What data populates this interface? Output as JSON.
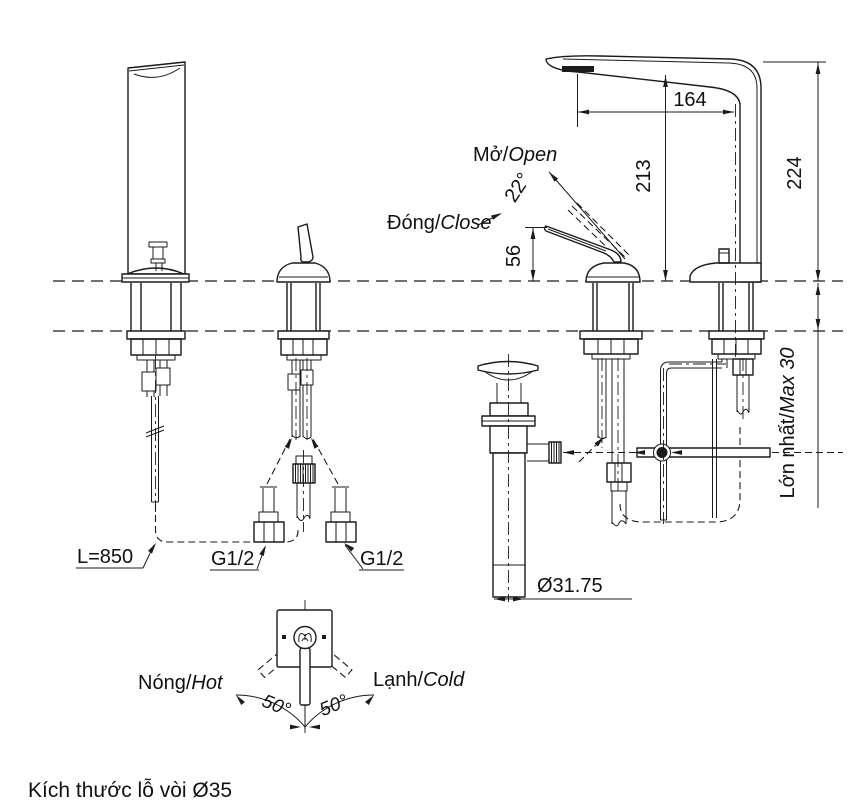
{
  "drawing": {
    "caption": "Kích thước lỗ vòi Ø35",
    "colors": {
      "line": "#1b1b1b",
      "text": "#111111",
      "background": "#ffffff"
    },
    "labels": {
      "open_vi": "Mở/",
      "open_en": "Open",
      "close_vi": "Đóng/",
      "close_en": "Close",
      "hot_vi": "Nóng/",
      "hot_en": "Hot",
      "cold_vi": "Lạnh/",
      "cold_en": "Cold",
      "max_vi": "Lớn nhất/",
      "max_en": "Max 30",
      "hose_length": "L=850",
      "thread_left": "G1/2",
      "thread_right": "G1/2",
      "drain_diameter": "Ø31.75"
    },
    "dimensions": {
      "spout_reach": "164",
      "spout_outlet_height": "213",
      "overall_height": "224",
      "lever_height": "56",
      "lever_open_angle": "22°",
      "swing_left": "50°",
      "swing_right": "50°"
    }
  }
}
